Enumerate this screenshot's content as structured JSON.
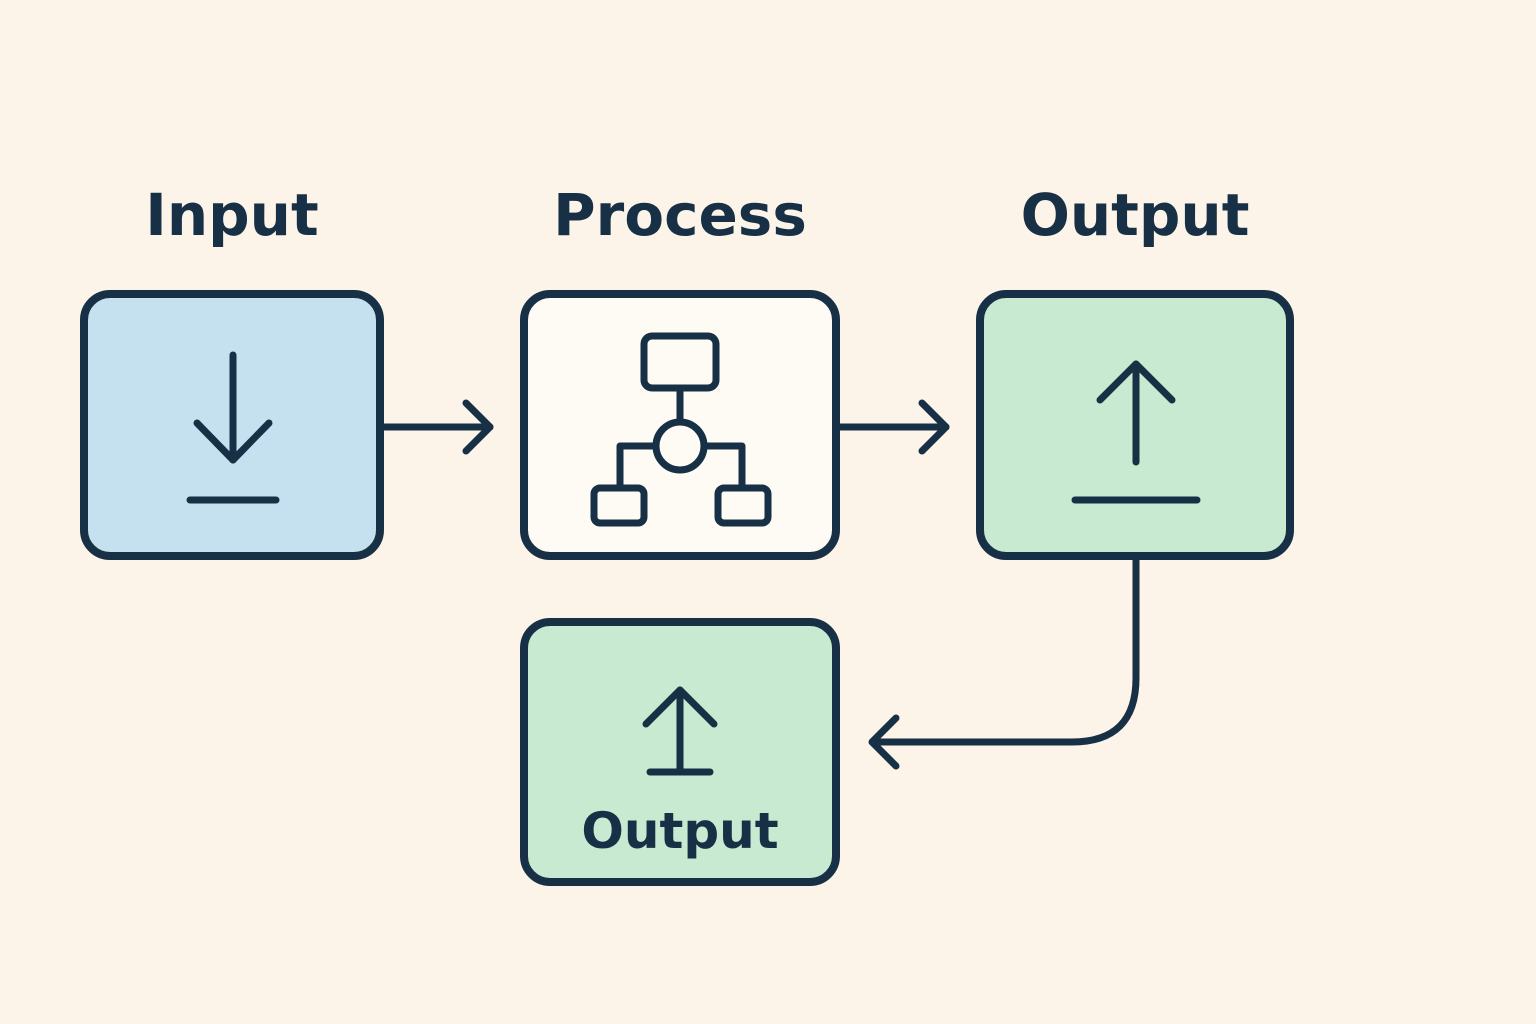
{
  "diagram": {
    "nodes": [
      {
        "id": "input",
        "label": "Input",
        "icon": "download-icon"
      },
      {
        "id": "process",
        "label": "Process",
        "icon": "flowchart-icon"
      },
      {
        "id": "output",
        "label": "Output",
        "icon": "upload-icon"
      },
      {
        "id": "output-bottom",
        "label": "Output",
        "icon": "upload-icon"
      }
    ],
    "edges": [
      {
        "from": "input",
        "to": "process"
      },
      {
        "from": "process",
        "to": "output"
      },
      {
        "from": "output",
        "to": "output-bottom"
      }
    ]
  },
  "colors": {
    "background": "#fcf4e8",
    "stroke": "#173045",
    "input_fill": "#c5e1ef",
    "process_fill": "#fdfbf4",
    "output_fill": "#c8ead0"
  }
}
